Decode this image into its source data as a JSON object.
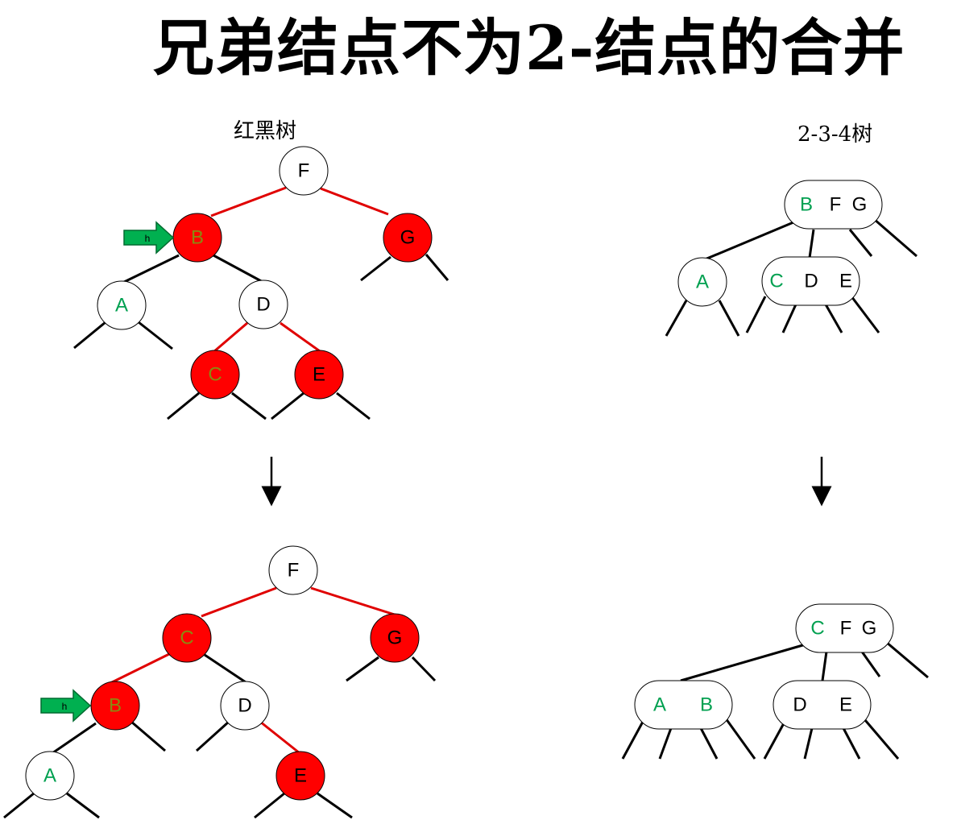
{
  "title": "兄弟结点不为2-结点的合并",
  "labels": {
    "red_black_tree": "红黑树",
    "tree_234": "2-3-4树"
  },
  "colors": {
    "red_node": "#ff0000",
    "red_edge": "#e00000",
    "black_edge": "#000000",
    "green_text": "#00a050",
    "olive_text": "#8a8a10",
    "arrow_fill": "#00b050",
    "arrow_stroke": "#006b30"
  },
  "h_label": "h",
  "rb_before": {
    "nodes": [
      {
        "id": "F",
        "label": "F",
        "color": "white",
        "text": "black"
      },
      {
        "id": "B",
        "label": "B",
        "color": "red",
        "text": "olive"
      },
      {
        "id": "G",
        "label": "G",
        "color": "red",
        "text": "black"
      },
      {
        "id": "A",
        "label": "A",
        "color": "white",
        "text": "green"
      },
      {
        "id": "D",
        "label": "D",
        "color": "white",
        "text": "black"
      },
      {
        "id": "C",
        "label": "C",
        "color": "red",
        "text": "olive"
      },
      {
        "id": "E",
        "label": "E",
        "color": "red",
        "text": "black"
      }
    ]
  },
  "rb_after": {
    "nodes": [
      {
        "id": "F",
        "label": "F",
        "color": "white",
        "text": "black"
      },
      {
        "id": "C",
        "label": "C",
        "color": "red",
        "text": "olive"
      },
      {
        "id": "G",
        "label": "G",
        "color": "red",
        "text": "black"
      },
      {
        "id": "B",
        "label": "B",
        "color": "red",
        "text": "olive"
      },
      {
        "id": "D",
        "label": "D",
        "color": "white",
        "text": "black"
      },
      {
        "id": "A",
        "label": "A",
        "color": "white",
        "text": "green"
      },
      {
        "id": "E",
        "label": "E",
        "color": "red",
        "text": "black"
      }
    ]
  },
  "t234_before": {
    "root": [
      {
        "label": "B",
        "text": "green"
      },
      {
        "label": "F",
        "text": "black"
      },
      {
        "label": "G",
        "text": "black"
      }
    ],
    "left": [
      {
        "label": "A",
        "text": "green"
      }
    ],
    "mid": [
      {
        "label": "C",
        "text": "green"
      },
      {
        "label": "D",
        "text": "black"
      },
      {
        "label": "E",
        "text": "black"
      }
    ]
  },
  "t234_after": {
    "root": [
      {
        "label": "C",
        "text": "green"
      },
      {
        "label": "F",
        "text": "black"
      },
      {
        "label": "G",
        "text": "black"
      }
    ],
    "left": [
      {
        "label": "A",
        "text": "green"
      },
      {
        "label": "B",
        "text": "green"
      }
    ],
    "mid": [
      {
        "label": "D",
        "text": "black"
      },
      {
        "label": "E",
        "text": "black"
      }
    ]
  }
}
